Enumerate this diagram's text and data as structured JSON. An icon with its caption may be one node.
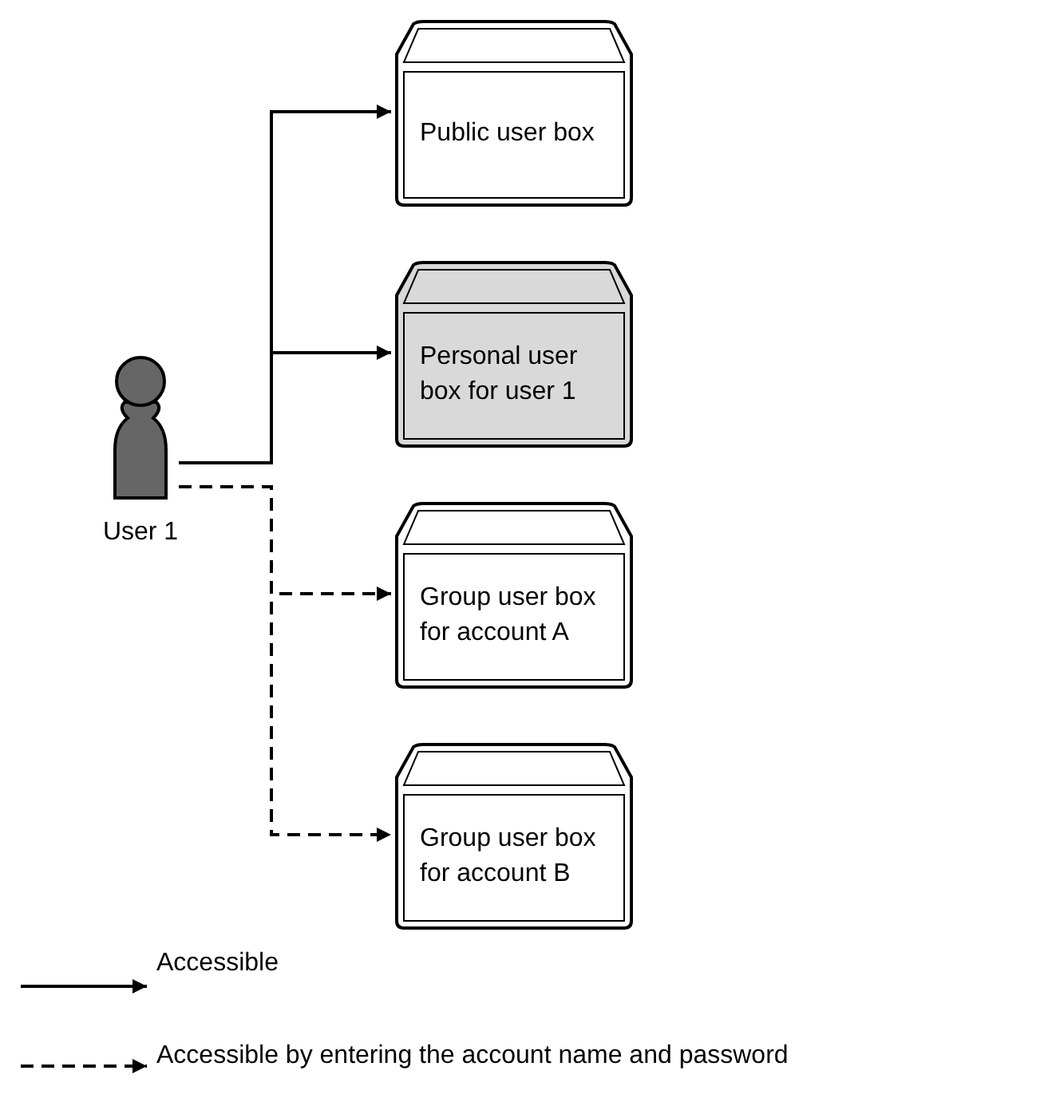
{
  "diagram": {
    "nodes": [
      {
        "text": [
          "User 1"
        ]
      },
      {
        "text": [
          "Public user box"
        ]
      },
      {
        "text": [
          "Personal user box for user 1"
        ]
      },
      {
        "text": [
          "Group user box for account A"
        ]
      },
      {
        "text": [
          "Group user box for account B"
        ]
      }
    ],
    "edges": [
      {
        "from": 0,
        "to": 1,
        "arrow": "to"
      },
      {
        "from": 0,
        "to": 2,
        "arrow": "to"
      },
      {
        "from": 0,
        "to": 3,
        "arrow": "to",
        "style": "dashed"
      },
      {
        "from": 0,
        "to": 4,
        "arrow": "to",
        "style": "dashed"
      }
    ],
    "legend": [
      {
        "text": "Accessible"
      },
      {
        "text": "Accessible by entering the account name and password"
      }
    ]
  }
}
